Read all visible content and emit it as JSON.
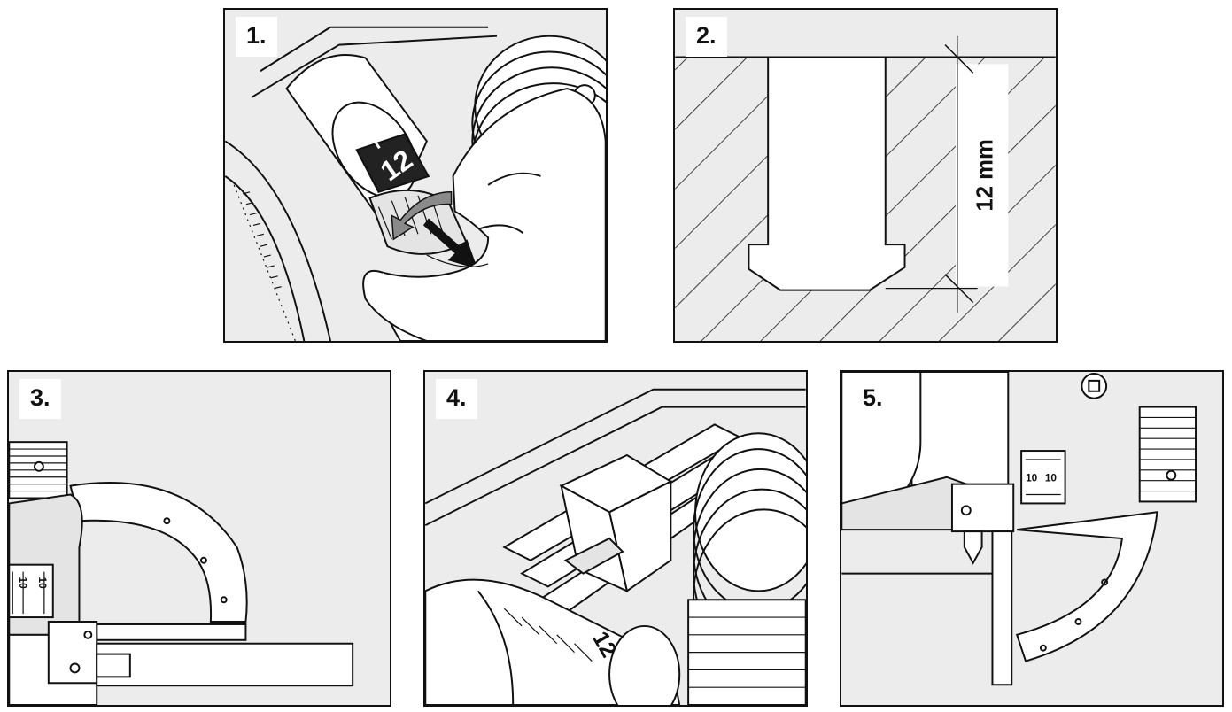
{
  "steps": [
    {
      "label": "1.",
      "dial_value": "12"
    },
    {
      "label": "2.",
      "dimension": "12 mm"
    },
    {
      "label": "3.",
      "scale_marks": [
        "10",
        "10"
      ]
    },
    {
      "label": "4.",
      "dial_value": "12"
    },
    {
      "label": "5.",
      "scale_marks": [
        "10",
        "10"
      ]
    }
  ],
  "colors": {
    "line": "#111111",
    "panel_bg": "#ececec",
    "rotate_arrow": "#8a8a8a"
  }
}
